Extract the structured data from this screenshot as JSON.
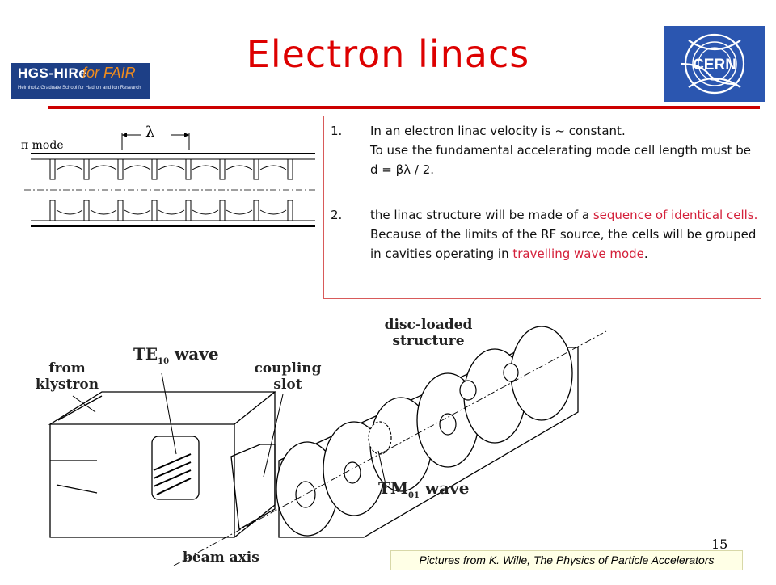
{
  "slide": {
    "title": "Electron linacs",
    "page_number": "15",
    "credit": "Pictures from K. Wille, The Physics of Particle Accelerators"
  },
  "logos": {
    "hgs_main": "HGS-HIRe",
    "hgs_fair": "for FAIR",
    "hgs_sub": "Helmholtz Graduate School for Hadron and Ion Research",
    "cern": "CERN"
  },
  "list": {
    "item1": {
      "number": "1.",
      "line1": "In an electron linac velocity is ~ constant.",
      "line2": "To use the fundamental accelerating mode cell length must be d =",
      "symbol": "βλ",
      "line3": "/ 2."
    },
    "item2": {
      "number": "2.",
      "text_a": "the linac structure will be made of a",
      "text_red1": "sequence of identical cells.",
      "text_b": "Because of the limits of the RF source, the cells will be grouped in cavities operating in",
      "text_red2": "travelling wave mode",
      "text_end": "."
    }
  },
  "mode_figure": {
    "mode_label": "π mode",
    "lambda_label": "λ"
  },
  "structure_figure": {
    "disc_line1": "disc-loaded",
    "disc_line2": "structure",
    "te_label": "TE",
    "te_sub": "10",
    "te_suffix": "wave",
    "coupling_line1": "coupling",
    "coupling_line2": "slot",
    "from_line1": "from",
    "from_line2": "klystron",
    "tm_label": "TM",
    "tm_sub": "01",
    "tm_suffix": "wave",
    "beam_axis": "beam axis"
  },
  "colors": {
    "title": "#dd0000",
    "divider": "#cc0000",
    "highlight": "#d4203a",
    "cern_blue": "#2b56b0",
    "hgs_blue": "#1d3f86",
    "hgs_orange": "#f08c1e"
  }
}
